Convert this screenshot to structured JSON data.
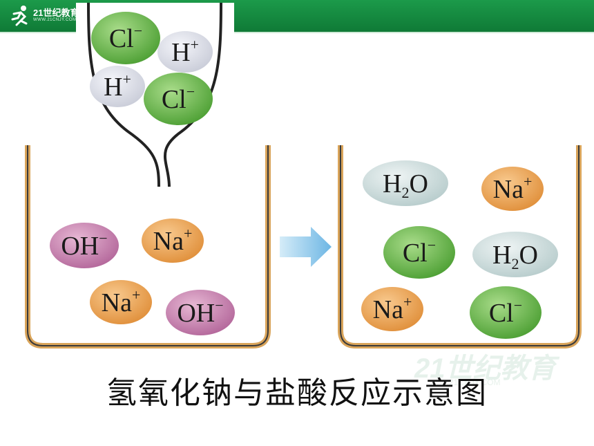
{
  "header": {
    "logo_text": "21世纪教育",
    "logo_sub": "WWW.21CNJY.COM"
  },
  "watermark": {
    "text": "21世纪教育",
    "sub": "21CNJY.COM"
  },
  "colors": {
    "header_green": "#12853d",
    "chloride": "#6cbf4e",
    "hydrogen": "#dcdfe8",
    "hydroxide": "#c97fae",
    "sodium": "#eda45a",
    "water": "#cfdcdc",
    "arrow": "#8cc7ea"
  },
  "funnel_ions": [
    {
      "kind": "chloride",
      "base": "Cl",
      "sup": "−"
    },
    {
      "kind": "hydrogen",
      "base": "H",
      "sup": "+"
    },
    {
      "kind": "hydrogen",
      "base": "H",
      "sup": "+"
    },
    {
      "kind": "chloride",
      "base": "Cl",
      "sup": "−"
    }
  ],
  "left_beaker_ions": [
    {
      "kind": "hydroxide",
      "base": "OH",
      "sup": "−"
    },
    {
      "kind": "sodium",
      "base": "Na",
      "sup": "+"
    },
    {
      "kind": "sodium",
      "base": "Na",
      "sup": "+"
    },
    {
      "kind": "hydroxide",
      "base": "OH",
      "sup": "−"
    }
  ],
  "right_beaker_ions": [
    {
      "kind": "water",
      "base": "H",
      "sub": "2",
      "tail": "O"
    },
    {
      "kind": "sodium",
      "base": "Na",
      "sup": "+"
    },
    {
      "kind": "chloride",
      "base": "Cl",
      "sup": "−"
    },
    {
      "kind": "water",
      "base": "H",
      "sub": "2",
      "tail": "O"
    },
    {
      "kind": "sodium",
      "base": "Na",
      "sup": "+"
    },
    {
      "kind": "chloride",
      "base": "Cl",
      "sup": "−"
    }
  ],
  "caption": "氢氧化钠与盐酸反应示意图"
}
